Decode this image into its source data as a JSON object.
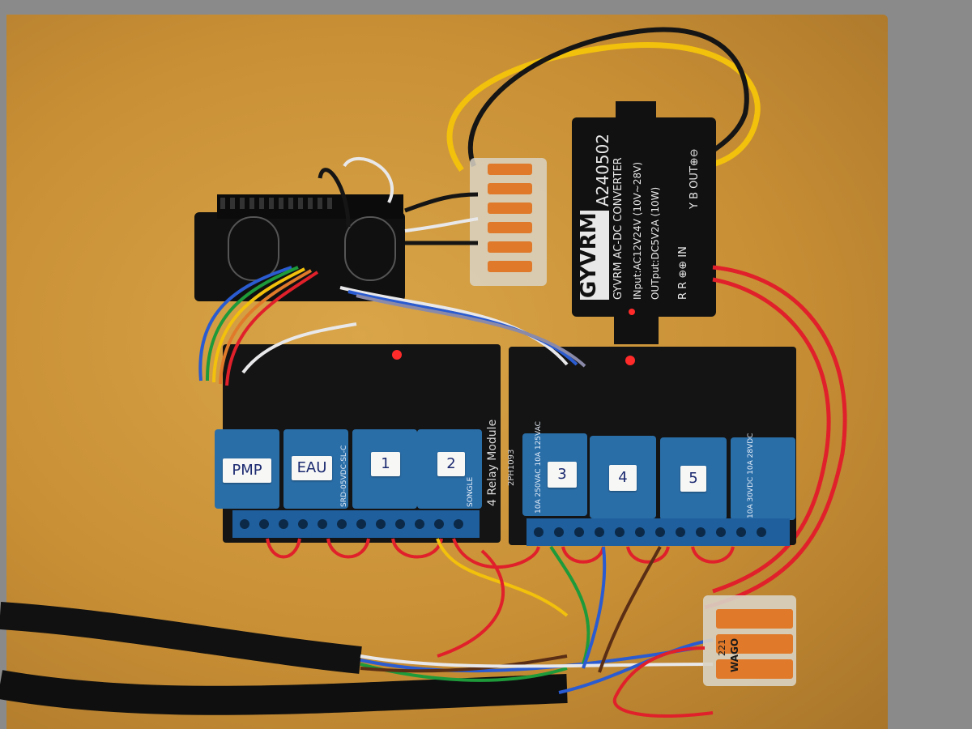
{
  "converter": {
    "brand": "GYVRM",
    "model": "A240502",
    "type": "GYVRM AC-DC CONVERTER",
    "input": "INput:AC12V24V (10V~28V)",
    "output": "OUTput:DC5V2A (10W)",
    "in_label": "R R ⊕⊕ IN",
    "out_label": "Y B OUT⊕⊖"
  },
  "relay_labels": [
    "PMP",
    "EAU",
    "1",
    "2",
    "3",
    "4",
    "5"
  ],
  "relay_markings": [
    "SONGLE",
    "SRD-05VDC-SL-C",
    "10A 250VAC 10A 125VAC",
    "10A 30VDC 10A 28VDC"
  ],
  "module_markings": [
    "4 Relay Module",
    "2PH1093"
  ],
  "wago": {
    "brand": "WAGO",
    "model": "221"
  },
  "colors": {
    "board": "#c98f35",
    "pcb": "#1a1a1a",
    "relay": "#2a6ea8",
    "terminal": "#1f5f9e",
    "wago": "#e07a2a",
    "wire_red": "#e0202a",
    "wire_yellow": "#f2c10c",
    "wire_black": "#151515",
    "wire_white": "#e8e8ea",
    "wire_blue": "#2a5bd0",
    "wire_green": "#1e9a3a",
    "wire_brown": "#5a2e14",
    "led_red": "#ff2a2a"
  }
}
